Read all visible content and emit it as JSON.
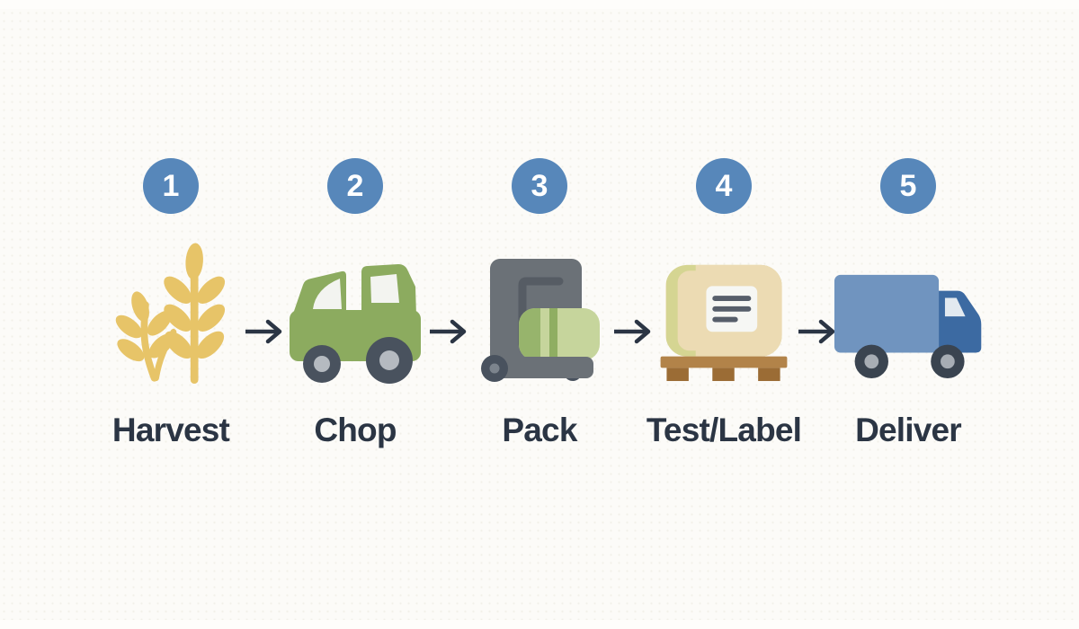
{
  "page": {
    "background": "#fefdfb",
    "type": "process-flow-infographic"
  },
  "process": {
    "steps": [
      {
        "number": "1",
        "label": "Harvest",
        "icon": "wheat-icon"
      },
      {
        "number": "2",
        "label": "Chop",
        "icon": "chop-truck-icon"
      },
      {
        "number": "3",
        "label": "Pack",
        "icon": "baler-machine-icon"
      },
      {
        "number": "4",
        "label": "Test/Label",
        "icon": "bale-pallet-label-icon"
      },
      {
        "number": "5",
        "label": "Deliver",
        "icon": "delivery-truck-icon"
      }
    ],
    "arrow": {
      "icon": "arrow-right-icon",
      "glyph": "→"
    }
  },
  "colors": {
    "step_circle": "#5787ba",
    "step_number": "#ffffff",
    "label_text": "#2b3544",
    "arrow": "#2b3544",
    "wheat_gold": "#e7c468",
    "truck_green": "#8cab5f",
    "machine_gray": "#6b7177",
    "machine_inner_gray": "#565c64",
    "bale_light_green": "#c6d59c",
    "bale_dark_green": "#8fae62",
    "bale_dotted_green": "#97b46c",
    "bale_tan": "#ecdbb3",
    "strap_yellow_green": "#d5d592",
    "pallet_brown_light": "#b28349",
    "pallet_brown_dark": "#9b6c35",
    "truck_blue_body": "#7094bf",
    "truck_blue_cab": "#3c6aa2",
    "windshield_light": "#e2e9f0",
    "wheel_dark": "#49525e",
    "wheel_hub_light": "#b5bac0"
  }
}
